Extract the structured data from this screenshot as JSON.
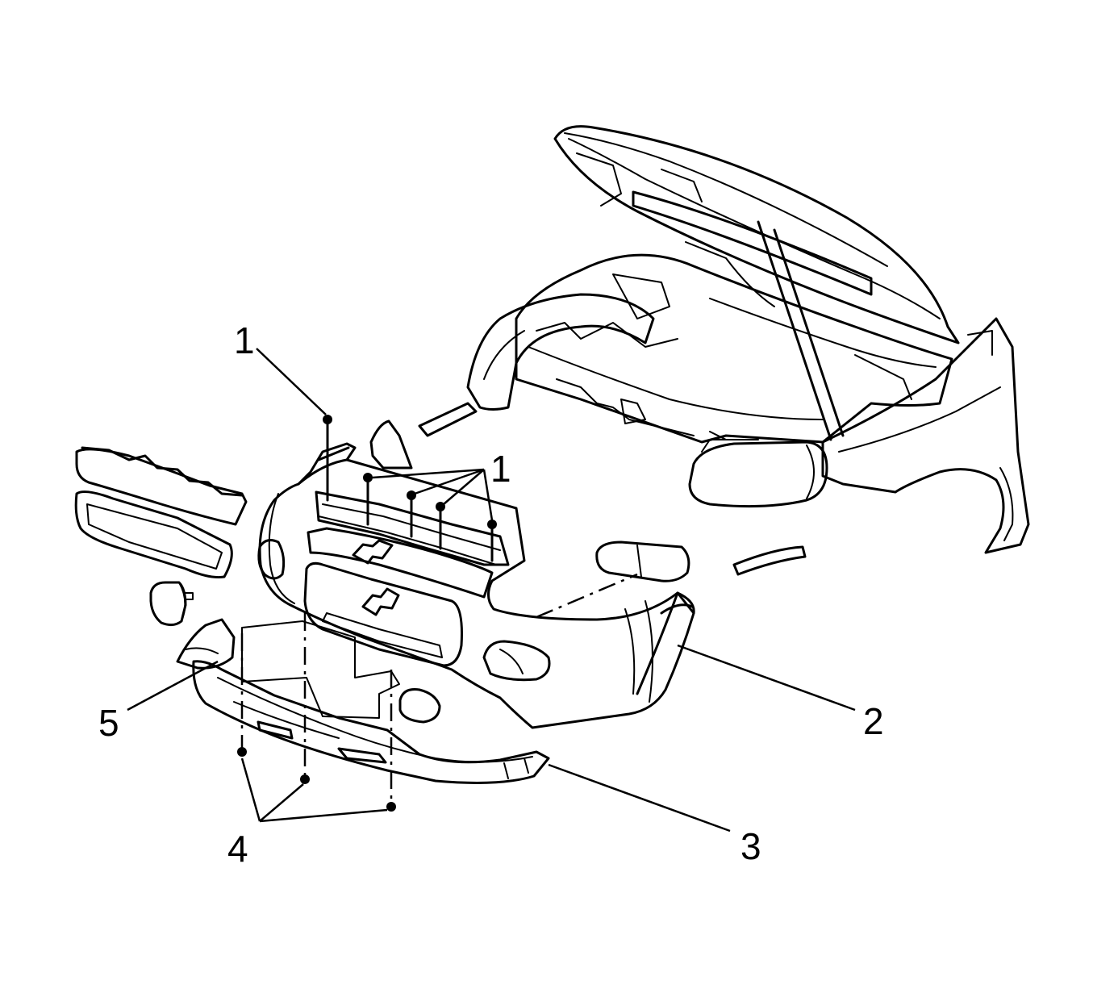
{
  "callouts": {
    "c1_top": "1",
    "c1_right": "1",
    "c2": "2",
    "c3": "3",
    "c4": "4",
    "c5": "5"
  }
}
